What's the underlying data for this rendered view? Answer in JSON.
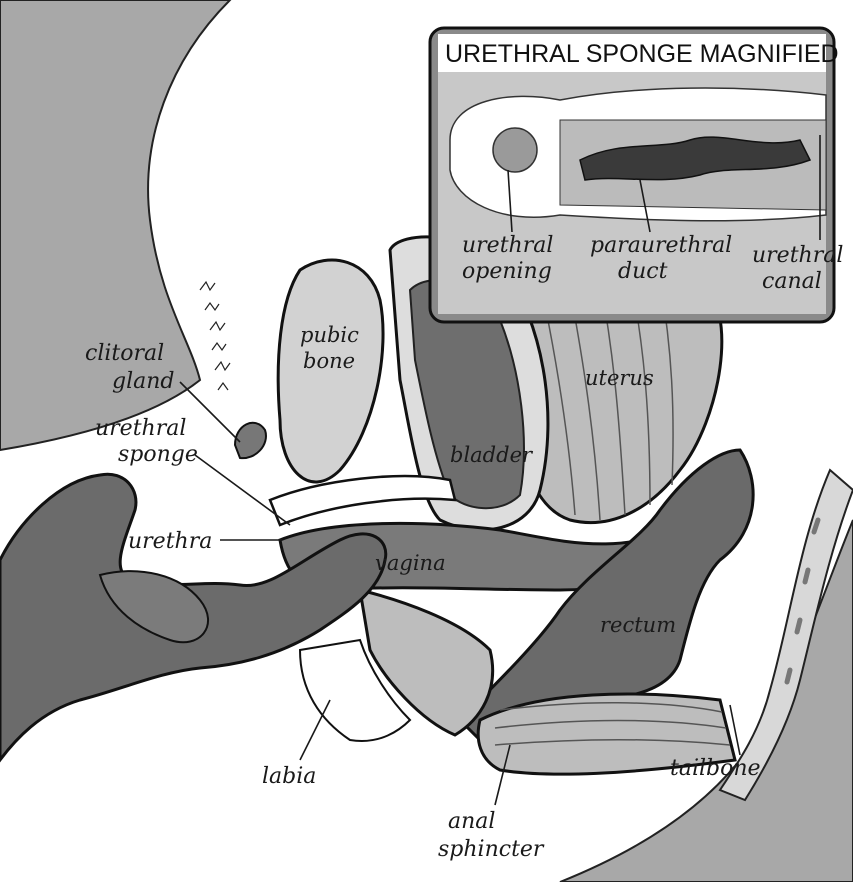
{
  "inset": {
    "title": "URETHRAL SPONGE MAGNIFIED",
    "labels": {
      "urethral_opening": [
        "urethral",
        "opening"
      ],
      "paraurethral_duct": [
        "paraurethral",
        "duct"
      ],
      "urethral_canal": [
        "urethral",
        "canal"
      ]
    }
  },
  "labels": {
    "clitoral_gland": [
      "clitoral",
      "gland"
    ],
    "urethral_sponge": [
      "urethral",
      "sponge"
    ],
    "urethra": "urethra",
    "pubic_bone": [
      "pubic",
      "bone"
    ],
    "bladder": "bladder",
    "uterus": "uterus",
    "vagina": "vagina",
    "rectum": "rectum",
    "labia": "labia",
    "anal_sphincter": [
      "anal",
      "sphincter"
    ],
    "tailbone": "tailbone"
  },
  "colors": {
    "body_gray": "#9a9a9a",
    "light_gray": "#cfcfcf",
    "dark_gray": "#5a5a5a",
    "hand_gray": "#6b6b6b",
    "outline": "#111111"
  }
}
